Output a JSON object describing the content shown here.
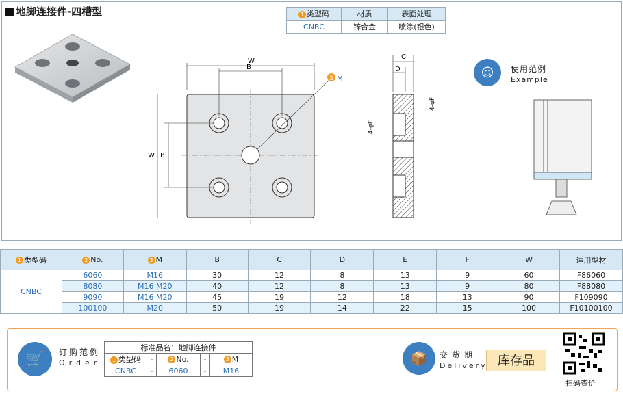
{
  "title": "地脚连接件-四槽型",
  "mini_table": {
    "headers": [
      "类型码",
      "材质",
      "表面处理"
    ],
    "row": [
      "CNBC",
      "锌合金",
      "喷涂(银色)"
    ]
  },
  "usage": {
    "cn": "使用范例",
    "en": "Example"
  },
  "drawing_labels": {
    "W": "W",
    "B": "B",
    "C": "C",
    "D": "D",
    "M": "M",
    "E": "4-φE",
    "F": "4-φF"
  },
  "spec": {
    "headers": [
      "类型码",
      "No.",
      "M",
      "B",
      "C",
      "D",
      "E",
      "F",
      "W",
      "适用型材"
    ],
    "code": "CNBC",
    "rows": [
      [
        "6060",
        "M16",
        "30",
        "12",
        "8",
        "13",
        "9",
        "60",
        "F86060"
      ],
      [
        "8080",
        "M16   M20",
        "40",
        "12",
        "8",
        "13",
        "9",
        "80",
        "F88080"
      ],
      [
        "9090",
        "M16   M20",
        "45",
        "19",
        "12",
        "18",
        "13",
        "90",
        "F109090"
      ],
      [
        "100100",
        "M20",
        "50",
        "19",
        "14",
        "22",
        "15",
        "100",
        "F10100100"
      ]
    ]
  },
  "order": {
    "cn": "订购范例",
    "en": "Order",
    "std_name": "标准品名：地脚连接件",
    "headers": [
      "类型码",
      "-",
      "No.",
      "-",
      "M"
    ],
    "values": [
      "CNBC",
      "-",
      "6060",
      "-",
      "M16"
    ]
  },
  "delivery": {
    "cn": "交货期",
    "en": "Delivery",
    "stock": "库存品"
  },
  "qr": {
    "label": "扫码查价"
  },
  "colors": {
    "accent": "#2a6db5",
    "badge": "#f39a1e",
    "header_bg": "#d5e8f4",
    "border_orange": "#f2a25a"
  }
}
